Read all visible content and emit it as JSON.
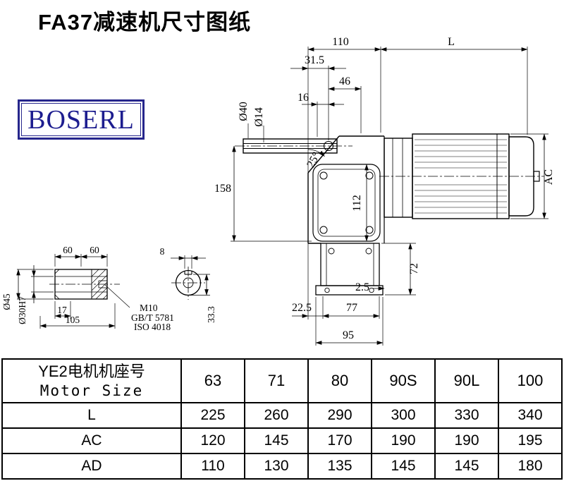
{
  "page": {
    "title": "FA37减速机尺寸图纸",
    "logo_text": "BOSERL"
  },
  "main_dims": {
    "w110": "110",
    "L": "L",
    "w31_5": "31.5",
    "w46": "46",
    "w16": "16",
    "dia40": "Ø40",
    "dia14": "Ø14",
    "ang25": "25°",
    "h158": "158",
    "h112": "112",
    "AC": "AC",
    "h72": "72",
    "t2_5": "2.5",
    "w22_5": "22.5",
    "w77": "77",
    "w95": "95"
  },
  "shaft_dims": {
    "w60a": "60",
    "w60b": "60",
    "key8": "8",
    "dia45": "Ø45",
    "dia30": "Ø30H7",
    "w17": "17",
    "w105": "105",
    "m10": "M10",
    "gb": "GB/T 5781",
    "iso": "ISO 4018",
    "h33_3": "33.3"
  },
  "table": {
    "header": {
      "line1": "YE2电机机座号",
      "line2": "Motor Size"
    },
    "sizes": [
      "63",
      "71",
      "80",
      "90S",
      "90L",
      "100"
    ],
    "rows": [
      {
        "label": "L",
        "values": [
          "225",
          "260",
          "290",
          "300",
          "330",
          "340"
        ]
      },
      {
        "label": "AC",
        "values": [
          "120",
          "145",
          "170",
          "190",
          "190",
          "195"
        ]
      },
      {
        "label": "AD",
        "values": [
          "110",
          "130",
          "135",
          "145",
          "145",
          "180"
        ]
      }
    ]
  }
}
